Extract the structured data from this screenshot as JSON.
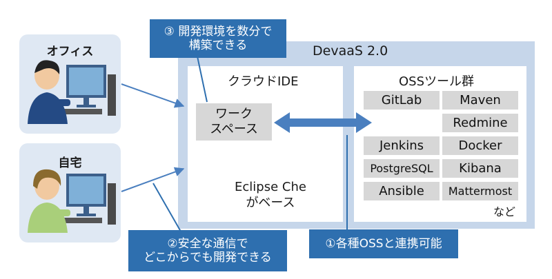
{
  "clients": {
    "office": {
      "label": "オフィス"
    },
    "home": {
      "label": "自宅"
    }
  },
  "callouts": {
    "workspace_speed": "③ 開発環境を数分で\n構築できる",
    "secure": "②安全な通信で\nどこからでも開発できる",
    "oss_integration": "①各種OSSと連携可能"
  },
  "platform": {
    "title": "DevaaS 2.0",
    "cloud_ide": {
      "title": "クラウドIDE",
      "workspace": "ワーク\nスペース",
      "base": "Eclipse Che\nがベース"
    },
    "oss": {
      "title": "OSSツール群",
      "tools": [
        "GitLab",
        "Maven",
        "Redmine",
        "Jenkins",
        "Docker",
        "PostgreSQL",
        "Kibana",
        "Ansible",
        "Mattermost"
      ],
      "etc": "など"
    }
  },
  "colors": {
    "callout_blue": "#2e6faf",
    "panel_blue": "#c6d6ea",
    "client_bg": "#dfe8f3",
    "tool_gray": "#d7d7d7",
    "arrow_blue": "#4a7fbf"
  }
}
